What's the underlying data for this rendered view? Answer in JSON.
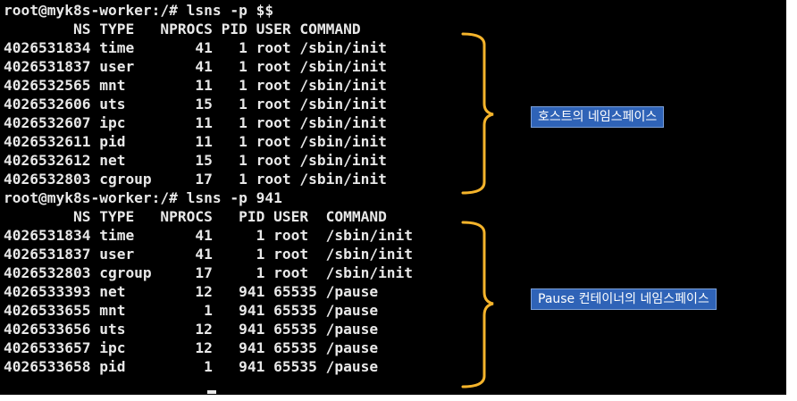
{
  "lines": [
    "root@myk8s-worker:/# lsns -p $$",
    "        NS TYPE   NPROCS PID USER COMMAND",
    "4026531834 time       41   1 root /sbin/init",
    "4026531837 user       41   1 root /sbin/init",
    "4026532565 mnt        11   1 root /sbin/init",
    "4026532606 uts        15   1 root /sbin/init",
    "4026532607 ipc        11   1 root /sbin/init",
    "4026532611 pid        11   1 root /sbin/init",
    "4026532612 net        15   1 root /sbin/init",
    "4026532803 cgroup     17   1 root /sbin/init",
    "root@myk8s-worker:/# lsns -p 941",
    "        NS TYPE   NPROCS   PID USER  COMMAND",
    "4026531834 time       41     1 root  /sbin/init",
    "4026531837 user       41     1 root  /sbin/init",
    "4026532803 cgroup     17     1 root  /sbin/init",
    "4026533393 net        12   941 65535 /pause",
    "4026533655 mnt         1   941 65535 /pause",
    "4026533656 uts        12   941 65535 /pause",
    "4026533657 ipc        12   941 65535 /pause",
    "4026533658 pid         1   941 65535 /pause"
  ],
  "annotations": {
    "host_namespaces": "호스트의 네임스페이스",
    "pause_namespaces": "Pause 컨테이너의 네임스페이스"
  },
  "colors": {
    "terminal_bg": "#000000",
    "terminal_text": "#e8e8e8",
    "brace": "#f5b42b",
    "label_bg": "#2f63b7"
  }
}
